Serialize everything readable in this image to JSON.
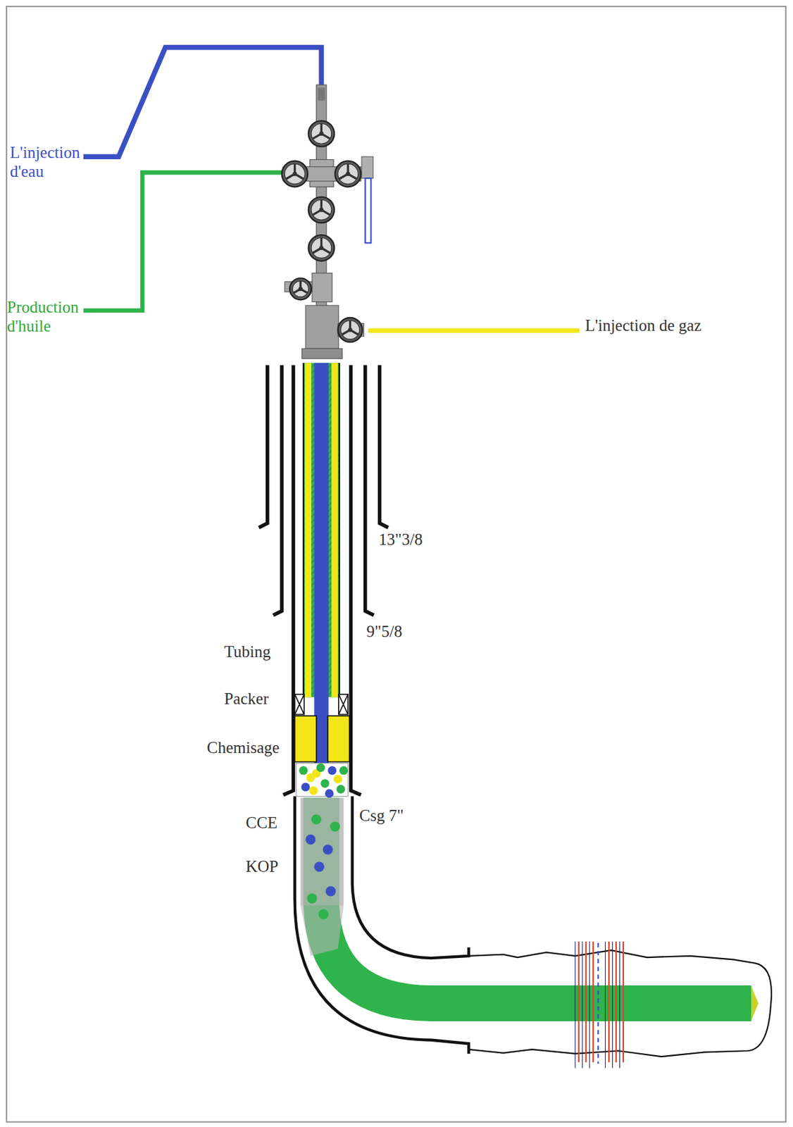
{
  "diagram": {
    "labels": [
      "L'injection d'eau",
      "Production d'huile",
      "L'injection de gaz",
      "13\"3/8",
      "9\"5/8",
      "Tubing",
      "Packer",
      "Chemisage",
      "CCE",
      "KOP",
      "Csg 7\""
    ]
  }
}
